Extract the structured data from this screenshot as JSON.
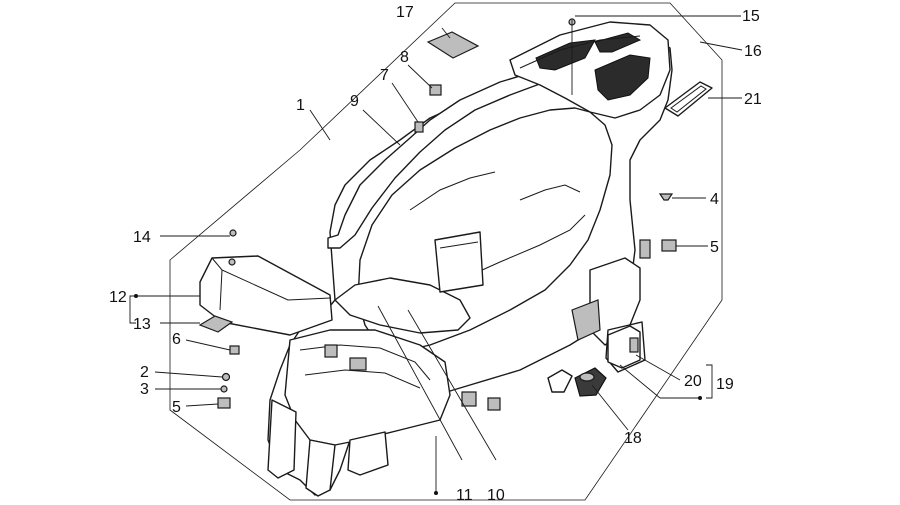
{
  "callouts": [
    {
      "id": "1",
      "label": "1"
    },
    {
      "id": "2",
      "label": "2"
    },
    {
      "id": "3",
      "label": "3"
    },
    {
      "id": "4",
      "label": "4"
    },
    {
      "id": "5a",
      "label": "5"
    },
    {
      "id": "5b",
      "label": "5"
    },
    {
      "id": "6",
      "label": "6"
    },
    {
      "id": "7",
      "label": "7"
    },
    {
      "id": "8",
      "label": "8"
    },
    {
      "id": "9",
      "label": "9"
    },
    {
      "id": "10",
      "label": "10"
    },
    {
      "id": "11",
      "label": "11"
    },
    {
      "id": "12",
      "label": "12"
    },
    {
      "id": "13",
      "label": "13"
    },
    {
      "id": "14",
      "label": "14"
    },
    {
      "id": "15",
      "label": "15"
    },
    {
      "id": "16",
      "label": "16"
    },
    {
      "id": "17",
      "label": "17"
    },
    {
      "id": "18",
      "label": "18"
    },
    {
      "id": "19",
      "label": "19"
    },
    {
      "id": "20",
      "label": "20"
    },
    {
      "id": "21",
      "label": "21"
    }
  ]
}
